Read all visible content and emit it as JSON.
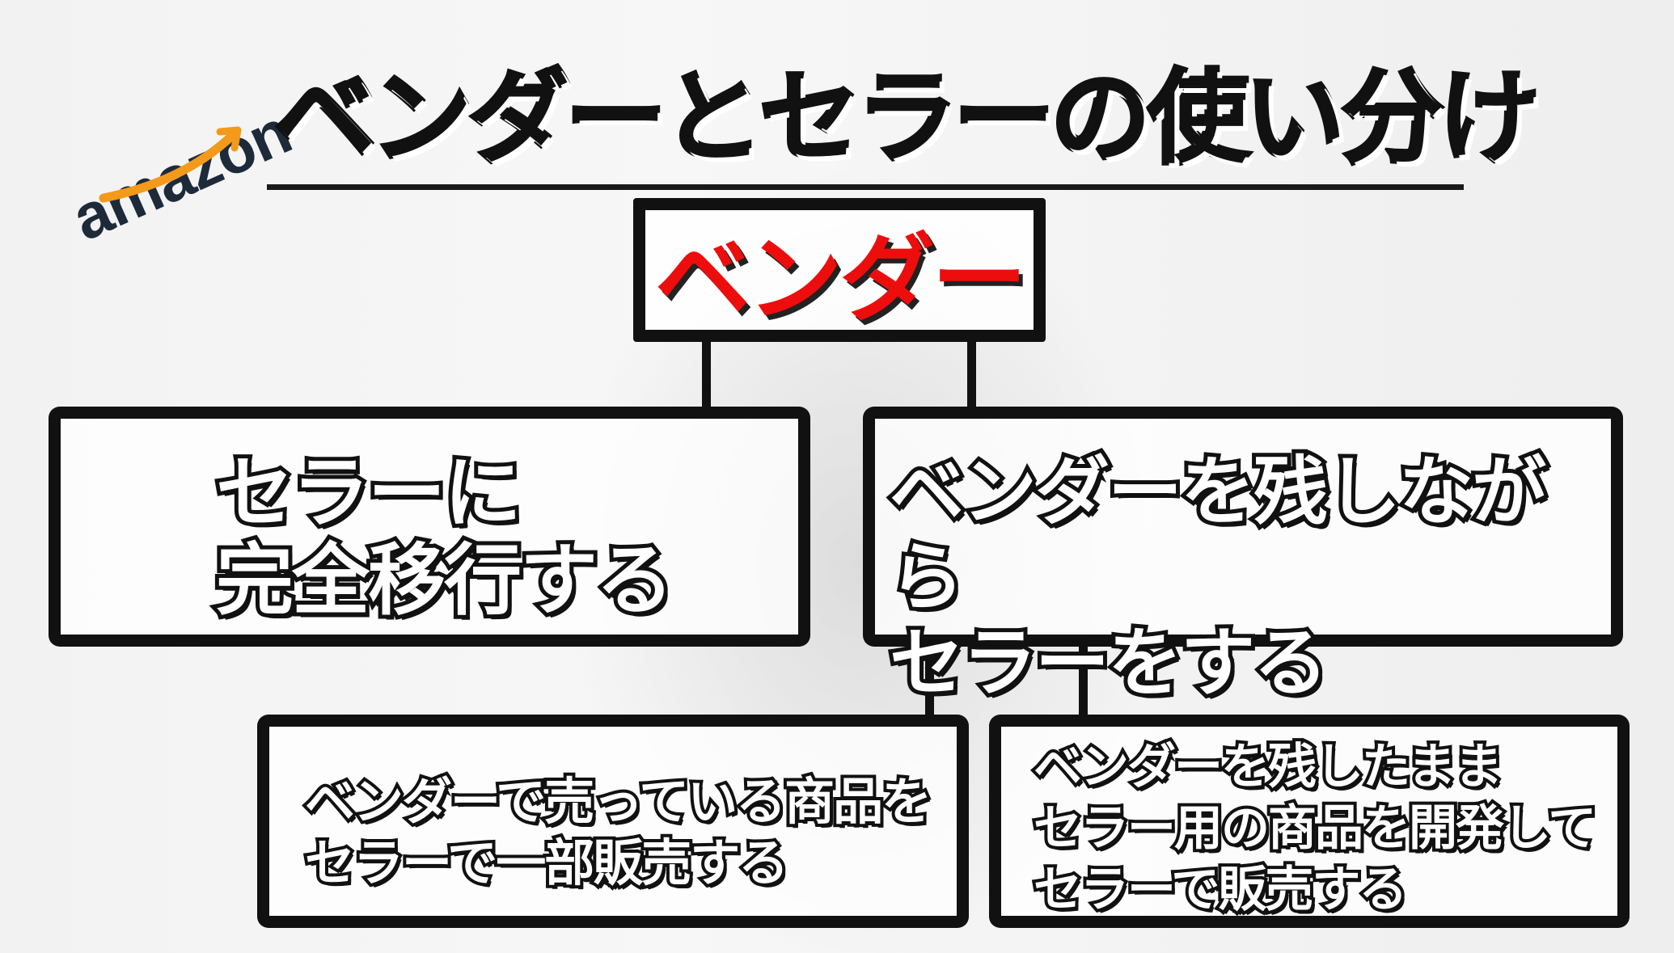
{
  "logo": {
    "text": "amazon"
  },
  "title": "ベンダーとセラーの使い分け",
  "root": {
    "label": "ベンダー",
    "color": "#ee0d0d"
  },
  "options": [
    {
      "text": "セラーに\n完全移行する"
    },
    {
      "text": "ベンダーを残しながら\nセラーをする"
    }
  ],
  "sub_options": [
    {
      "text": "ベンダーで売っている商品を\nセラーで一部販売する"
    },
    {
      "text": "ベンダーを残したまま\nセラー用の商品を開発して\nセラーで販売する"
    }
  ]
}
